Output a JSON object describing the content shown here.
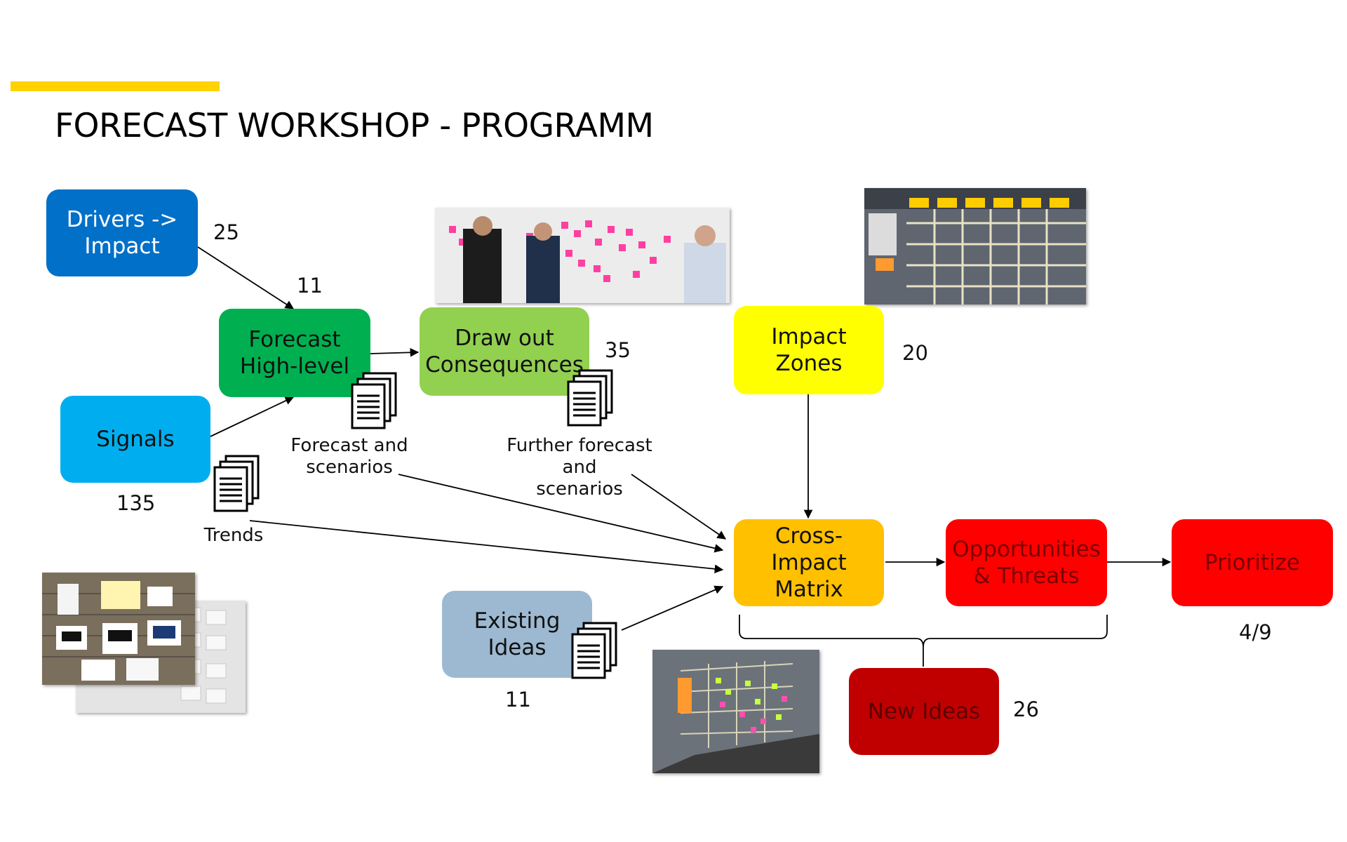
{
  "title": "FORECAST WORKSHOP - PROGRAMM",
  "colors": {
    "accent": "#FFD200",
    "drivers": "#0070C9",
    "signals": "#00AEEF",
    "forecast": "#00B050",
    "draw_out": "#92D050",
    "impact_zones": "#FFFF00",
    "cross_impact": "#FFC000",
    "existing": "#9DB9D1",
    "opportunities": "#FF0000",
    "prioritize": "#FF0000",
    "new_ideas": "#C00000"
  },
  "boxes": {
    "drivers": "Drivers ->\nImpact",
    "forecast": "Forecast\nHigh-level",
    "draw_out": "Draw out\nConsequences",
    "signals": "Signals",
    "impact_zones": "Impact\nZones",
    "cross_impact": "Cross-Impact\nMatrix",
    "opportunities": "Opportunities\n& Threats",
    "prioritize": "Prioritize",
    "existing": "Existing\nIdeas",
    "new_ideas": "New Ideas"
  },
  "counts": {
    "drivers": "25",
    "forecast": "11",
    "draw_out": "35",
    "signals": "135",
    "impact_zones": "20",
    "existing": "11",
    "new_ideas": "26",
    "prioritize": "4/9"
  },
  "captions": {
    "forecast_docs": "Forecast and\nscenarios",
    "further_docs": "Further forecast and\nscenarios",
    "trends": "Trends"
  },
  "icons": [
    "document-stack-icon"
  ]
}
